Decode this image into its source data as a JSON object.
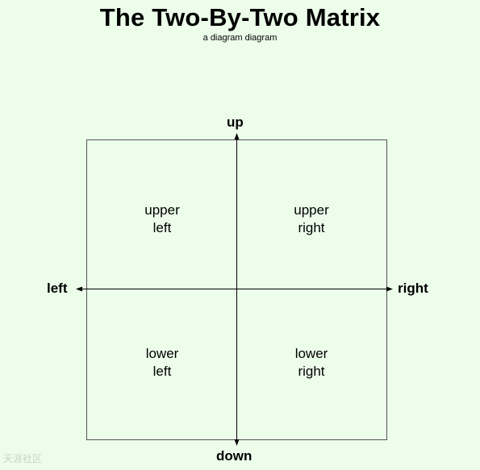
{
  "header": {
    "title": "The Two-By-Two Matrix",
    "subtitle": "a diagram diagram"
  },
  "axes": {
    "up": "up",
    "down": "down",
    "left": "left",
    "right": "right"
  },
  "quadrants": {
    "upper_left": {
      "line1": "upper",
      "line2": "left"
    },
    "upper_right": {
      "line1": "upper",
      "line2": "right"
    },
    "lower_left": {
      "line1": "lower",
      "line2": "left"
    },
    "lower_right": {
      "line1": "lower",
      "line2": "right"
    }
  },
  "watermark": {
    "text": "天涯社区"
  },
  "colors": {
    "background": "#ecfdea",
    "stroke": "#000000"
  }
}
